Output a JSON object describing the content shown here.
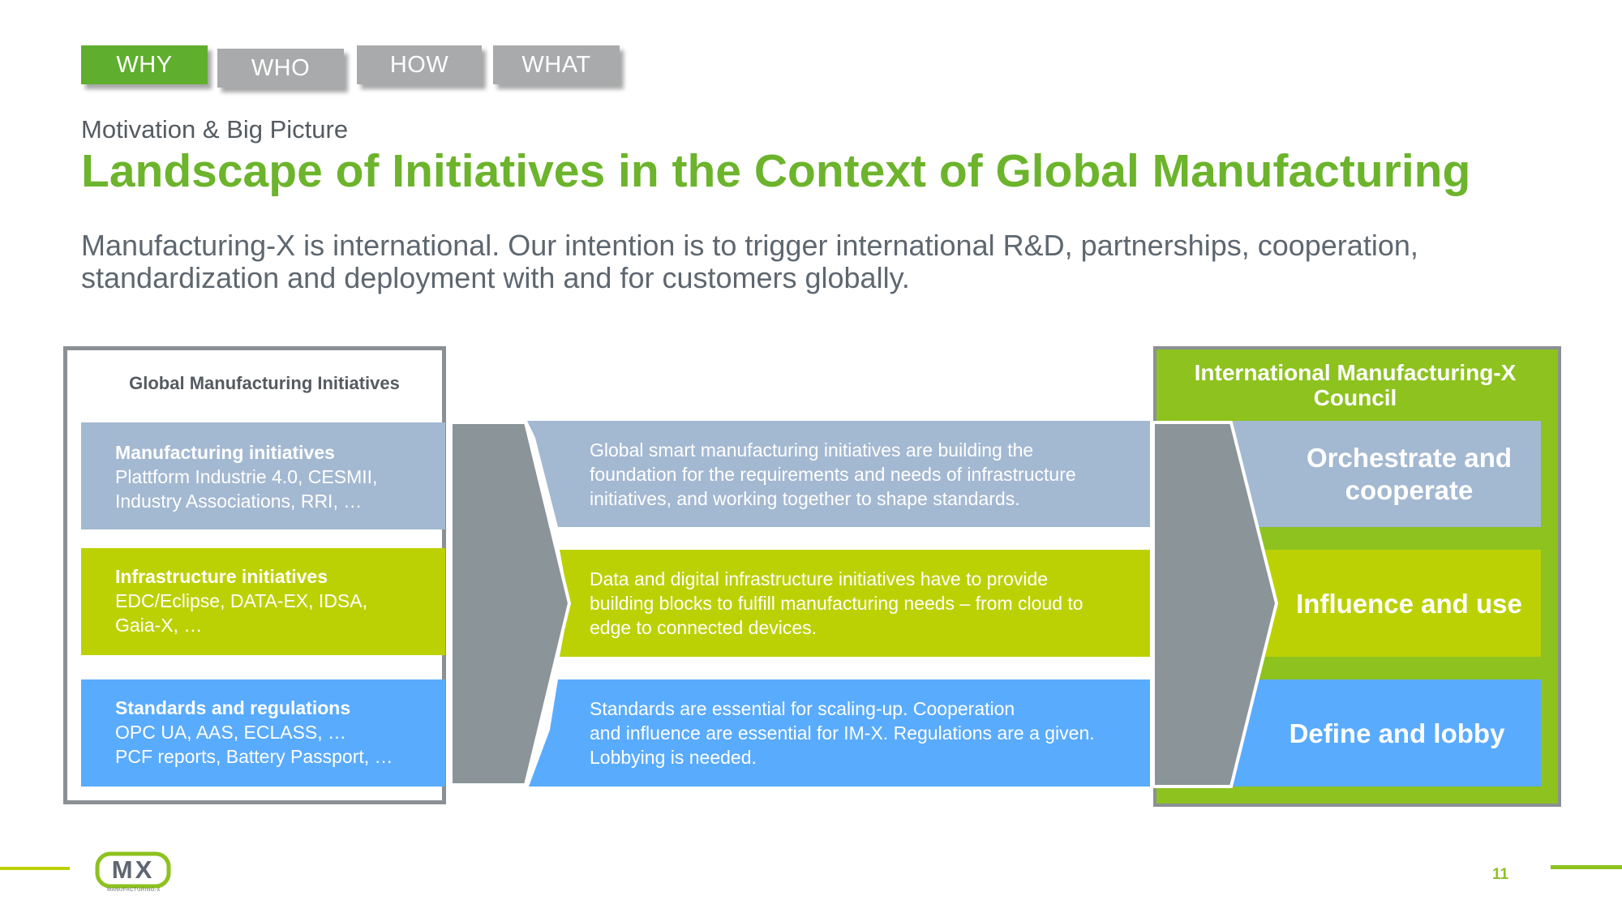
{
  "tabs": [
    {
      "label": "WHY",
      "active": true
    },
    {
      "label": "WHO",
      "active": false
    },
    {
      "label": "HOW",
      "active": false
    },
    {
      "label": "WHAT",
      "active": false
    }
  ],
  "header": {
    "subtitle": "Motivation & Big Picture",
    "title": "Landscape of Initiatives in the Context of Global Manufacturing",
    "intro": "Manufacturing-X is international. Our intention is to trigger international R&D, partnerships, cooperation, standardization and deployment with and for customers globally."
  },
  "global_box": {
    "title": "Global Manufacturing Initiatives",
    "rows": [
      {
        "heading": "Manufacturing initiatives",
        "line1": "Plattform Industrie 4.0, CESMII,",
        "line2": "Industry Associations, RRI, …"
      },
      {
        "heading": "Infrastructure initiatives",
        "line1": "EDC/Eclipse, DATA-EX, IDSA,",
        "line2": "Gaia-X, …"
      },
      {
        "heading": "Standards and regulations",
        "line1": "OPC UA, AAS, ECLASS, …",
        "line2": "PCF reports, Battery Passport, …"
      }
    ]
  },
  "middle": {
    "rows": [
      {
        "line1": "Global smart manufacturing initiatives are building the",
        "line2": "foundation for the requirements and needs of infrastructure",
        "line3": "initiatives, and working together to shape standards."
      },
      {
        "line1": "Data and digital infrastructure initiatives have to provide",
        "line2": "building blocks to fulfill manufacturing needs – from cloud to",
        "line3": "edge to connected devices."
      },
      {
        "line1": "Standards are essential for scaling-up. Cooperation",
        "line2": "and influence are essential for IM-X. Regulations are a given.",
        "line3": "Lobbying is needed."
      }
    ]
  },
  "council": {
    "title_line1": "International Manufacturing-X",
    "title_line2": "Council",
    "rows": [
      {
        "line1": "Orchestrate and",
        "line2": "cooperate"
      },
      {
        "line1": "Influence and use"
      },
      {
        "line1": "Define and lobby"
      }
    ]
  },
  "footer": {
    "logo_text": "MX",
    "logo_subtext": "MANUFACTURING-X",
    "page_number": "11"
  },
  "colors": {
    "blue_gray": "#a3b8d1",
    "lime": "#bcd104",
    "sky_blue": "#59abfd",
    "green_title": "#6cb42c",
    "council_green": "#8dc21f",
    "arrow_gray": "#8a9499"
  }
}
